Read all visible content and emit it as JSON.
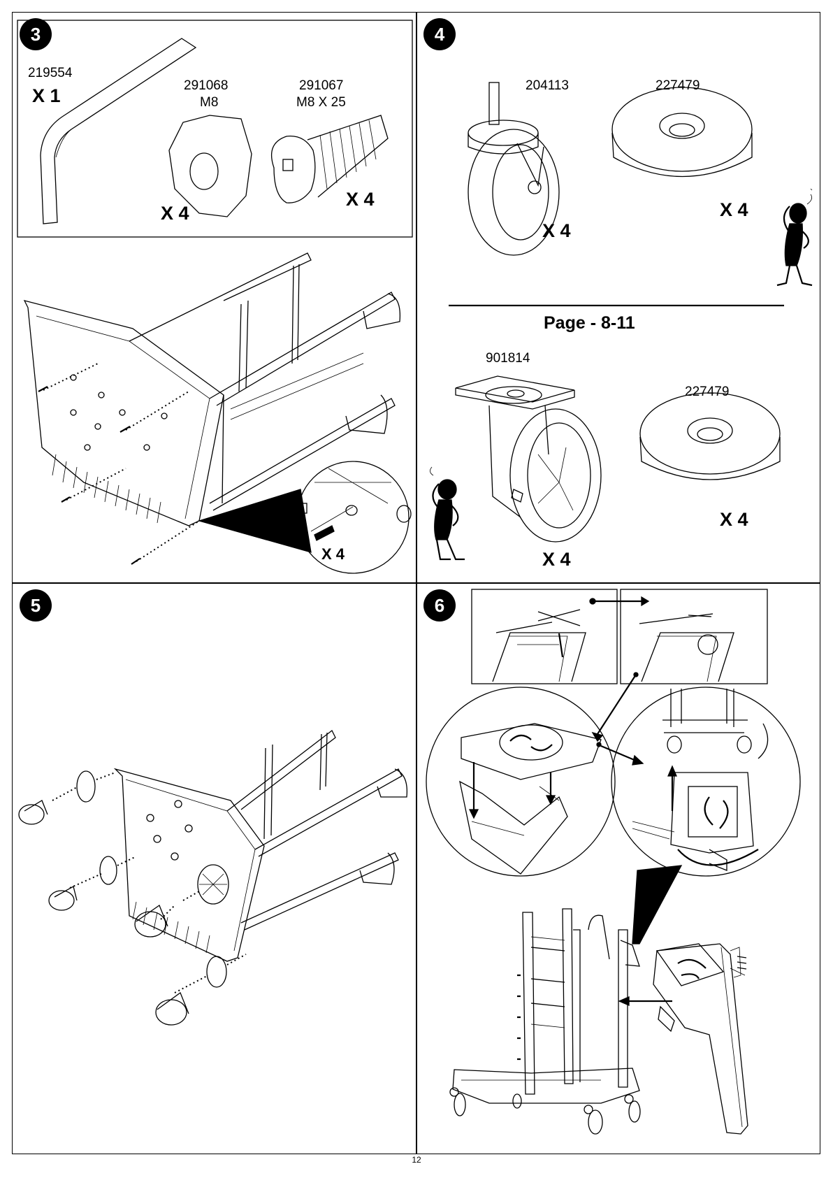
{
  "page_number": "12",
  "steps": {
    "s3": {
      "number": "3"
    },
    "s4": {
      "number": "4"
    },
    "s5": {
      "number": "5"
    },
    "s6": {
      "number": "6"
    }
  },
  "step3": {
    "wrench": {
      "part": "219554",
      "qty": "X 1"
    },
    "washer": {
      "part": "291068",
      "spec": "M8",
      "qty": "X 4"
    },
    "bolt": {
      "part": "291067",
      "spec": "M8 X 25",
      "qty": "X 4"
    },
    "detail_qty": "X 4"
  },
  "step4": {
    "caster_small": {
      "part": "204113",
      "qty": "X 4"
    },
    "bumper_top": {
      "part": "227479",
      "qty": "X 4"
    },
    "page_ref": "Page - 8-11",
    "caster_large": {
      "part": "901814",
      "qty": "X 4"
    },
    "bumper_bottom": {
      "part": "227479",
      "qty": "X 4"
    }
  },
  "icons": [
    "allen-key-icon",
    "washer-icon",
    "bolt-icon",
    "caster-icon",
    "bumper-icon",
    "thinking-figure-icon",
    "cart-frame-icon",
    "bucket-icon",
    "arrow-icon"
  ]
}
